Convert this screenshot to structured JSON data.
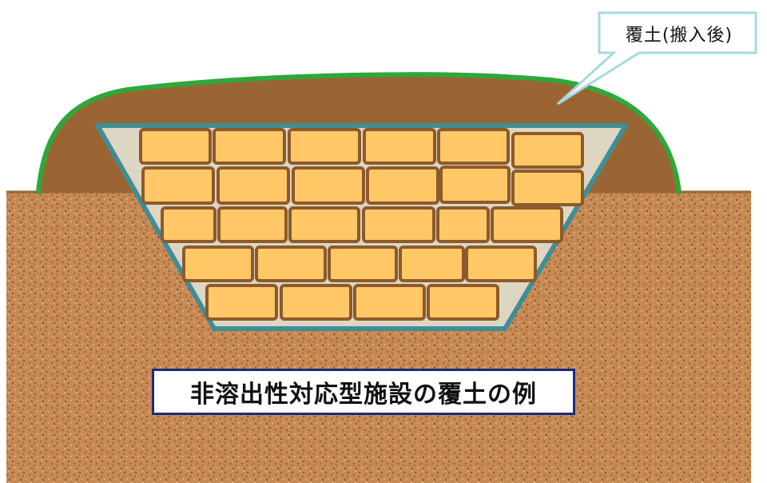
{
  "callout": {
    "label": "覆土(搬入後)"
  },
  "caption": {
    "text": "非溶出性対応型施設の覆土の例"
  },
  "colors": {
    "ground": "#c88a55",
    "ground_speckle": "#8a5a30",
    "cover_soil": "#9b6533",
    "grass_outline": "#2da83a",
    "pit_outline": "#3f8e97",
    "pit_fill": "#ddd6c3",
    "block_fill": "#ffc766",
    "block_border": "#8c5a2b",
    "caption_border": "#1a2a80",
    "callout_border": "#a8d8e0"
  },
  "icons": {
    "callout": "speech-callout",
    "blocks": "waste-block-stack"
  }
}
